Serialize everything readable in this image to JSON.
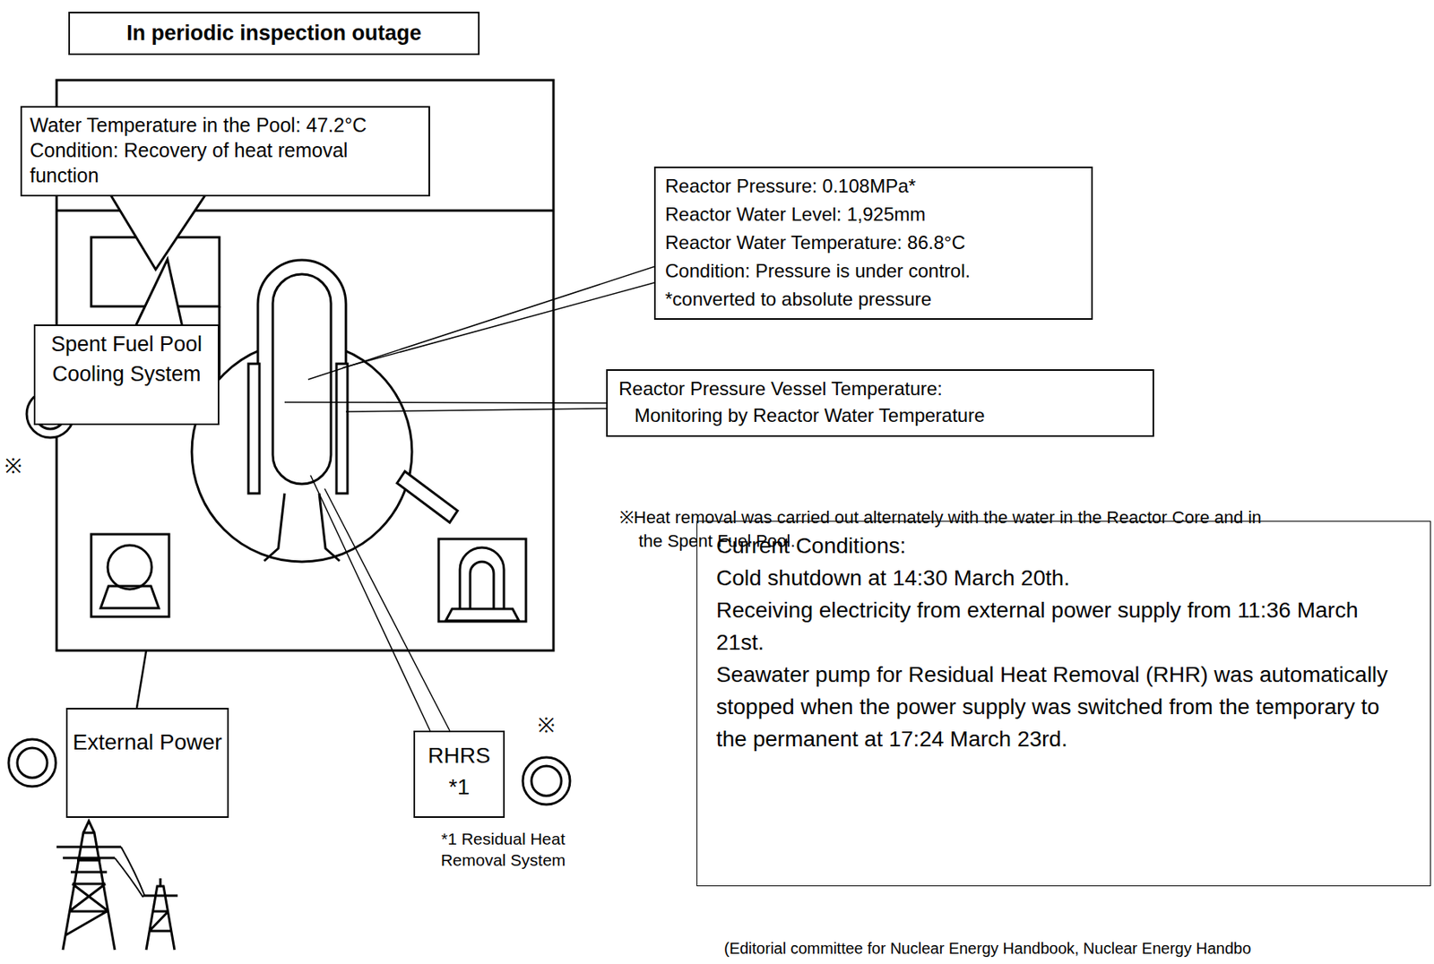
{
  "diagram": {
    "title": "In periodic inspection outage",
    "caption": "(Editorial committee for Nuclear Energy Handbook, Nuclear Energy Handbo",
    "nodes": [
      {
        "text": [
          "Water Temperature in the Pool: 47.2°C",
          "Condition: Recovery of heat removal function"
        ]
      },
      {
        "text": [
          "Reactor Pressure: 0.108MPa*",
          "Reactor Water Level: 1,925mm",
          "Reactor Water Temperature: 86.8°C",
          "Condition: Pressure is under control.",
          "*converted to absolute pressure"
        ]
      },
      {
        "text": [
          "Spent Fuel Pool Cooling System"
        ]
      },
      {
        "text": [
          "Reactor Pressure Vessel Temperature:",
          "Monitoring by Reactor Water Temperature"
        ]
      },
      {
        "text": [
          "Current Conditions:",
          "Cold shutdown at 14:30 March 20th.",
          "Receiving electricity from external power supply from 11:36 March 21st.",
          "Seawater pump for Residual Heat Removal (RHR) was automatically stopped when the power supply was switched from the temporary to the permanent at 17:24 March 23rd."
        ]
      },
      {
        "text": [
          "External Power"
        ]
      },
      {
        "text": [
          "RHRS *1"
        ]
      }
    ],
    "labels": [
      "※",
      "※Heat removal was carried out alternately with the water in the Reactor Core and in the Spent Fuel Pool.",
      "※",
      "*1 Residual Heat Removal System"
    ]
  }
}
